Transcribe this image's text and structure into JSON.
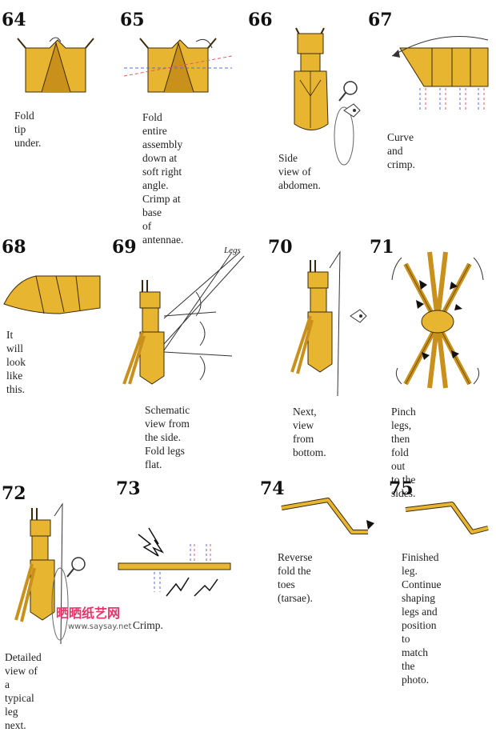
{
  "colors": {
    "paper": "#e8b531",
    "paper_dark": "#c9911c",
    "line": "#3a2a0a",
    "arrow": "#333333",
    "crease_red": "#e05a6a",
    "crease_blue": "#5a6ae0"
  },
  "steps": [
    {
      "num": "64",
      "caption": [
        "Fold tip under."
      ]
    },
    {
      "num": "65",
      "caption": [
        "Fold entire assembly",
        "down at soft right",
        "angle. Crimp at base",
        "of antennae."
      ]
    },
    {
      "num": "66",
      "caption": [
        "Side view of",
        "abdomen."
      ]
    },
    {
      "num": "67",
      "caption": [
        "Curve and crimp."
      ]
    },
    {
      "num": "68",
      "caption": [
        "It will look like this."
      ]
    },
    {
      "num": "69",
      "caption": [
        "Schematic view from",
        "the side. Fold legs flat."
      ],
      "label": "Legs"
    },
    {
      "num": "70",
      "caption": [
        "Next, view from",
        "bottom."
      ]
    },
    {
      "num": "71",
      "caption": [
        "Pinch legs, then fold",
        "out to the sides."
      ]
    },
    {
      "num": "72",
      "caption": [
        "Detailed view of a",
        "typical leg next."
      ]
    },
    {
      "num": "73",
      "caption": [
        "Crimp."
      ]
    },
    {
      "num": "74",
      "caption": [
        "Reverse fold the",
        "toes (tarsae)."
      ]
    },
    {
      "num": "75",
      "caption": [
        "Finished leg.",
        "Continue shaping",
        "legs and position to",
        "match the photo."
      ]
    }
  ],
  "watermark": {
    "title": "晒晒纸艺网",
    "url": "www.saysay.net"
  }
}
